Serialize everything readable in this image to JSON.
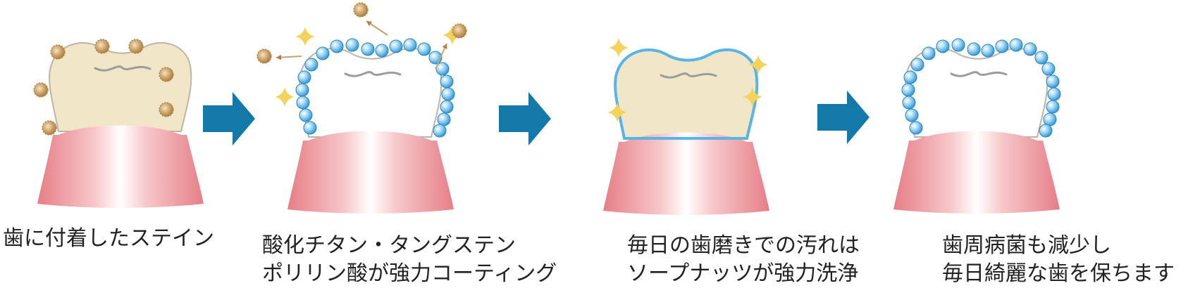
{
  "steps": [
    {
      "id": "stained",
      "caption_lines": [
        "歯に付着したステイン"
      ]
    },
    {
      "id": "coating",
      "caption_lines": [
        "酸化チタン・タングステン",
        "ポリリン酸が強力コーティング"
      ]
    },
    {
      "id": "cleaning",
      "caption_lines": [
        "毎日の歯磨きでの汚れは",
        "ソープナッツが強力洗浄"
      ]
    },
    {
      "id": "protected",
      "caption_lines": [
        "歯周病菌も減少し",
        "毎日綺麗な歯を保ちます"
      ]
    }
  ],
  "colors": {
    "arrow": "#1478A8",
    "gum": "#E8878C",
    "tooth_stained": "#F2E6C8",
    "tooth_clean": "#FFFFFF",
    "coating": "#5AB4E6",
    "stain": "#B68A4E",
    "sparkle": "#F5D35A"
  }
}
